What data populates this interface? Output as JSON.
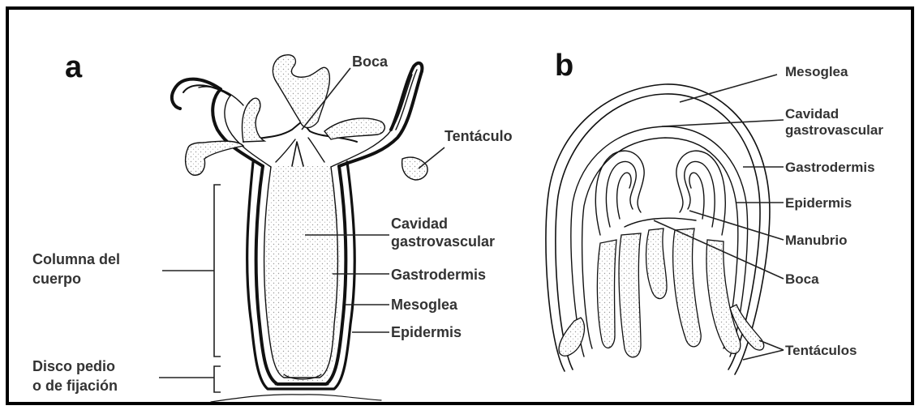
{
  "panel_a": {
    "letter": "a",
    "labels": {
      "boca": "Boca",
      "tentaculo": "Tentáculo",
      "cavidad_line1": "Cavidad",
      "cavidad_line2": "gastrovascular",
      "gastrodermis": "Gastrodermis",
      "mesoglea": "Mesoglea",
      "epidermis": "Epidermis",
      "columna_line1": "Columna del",
      "columna_line2": "cuerpo",
      "disco_line1": "Disco pedio",
      "disco_line2": "o de fijación"
    }
  },
  "panel_b": {
    "letter": "b",
    "labels": {
      "mesoglea": "Mesoglea",
      "cavidad_line1": "Cavidad",
      "cavidad_line2": "gastrovascular",
      "gastrodermis": "Gastrodermis",
      "epidermis": "Epidermis",
      "manubrio": "Manubrio",
      "boca": "Boca",
      "tentaculos": "Tentáculos"
    }
  },
  "colors": {
    "border": "#000000",
    "label_text": "#333333",
    "outline": "#111111",
    "stipple": "#d8d8d8"
  }
}
